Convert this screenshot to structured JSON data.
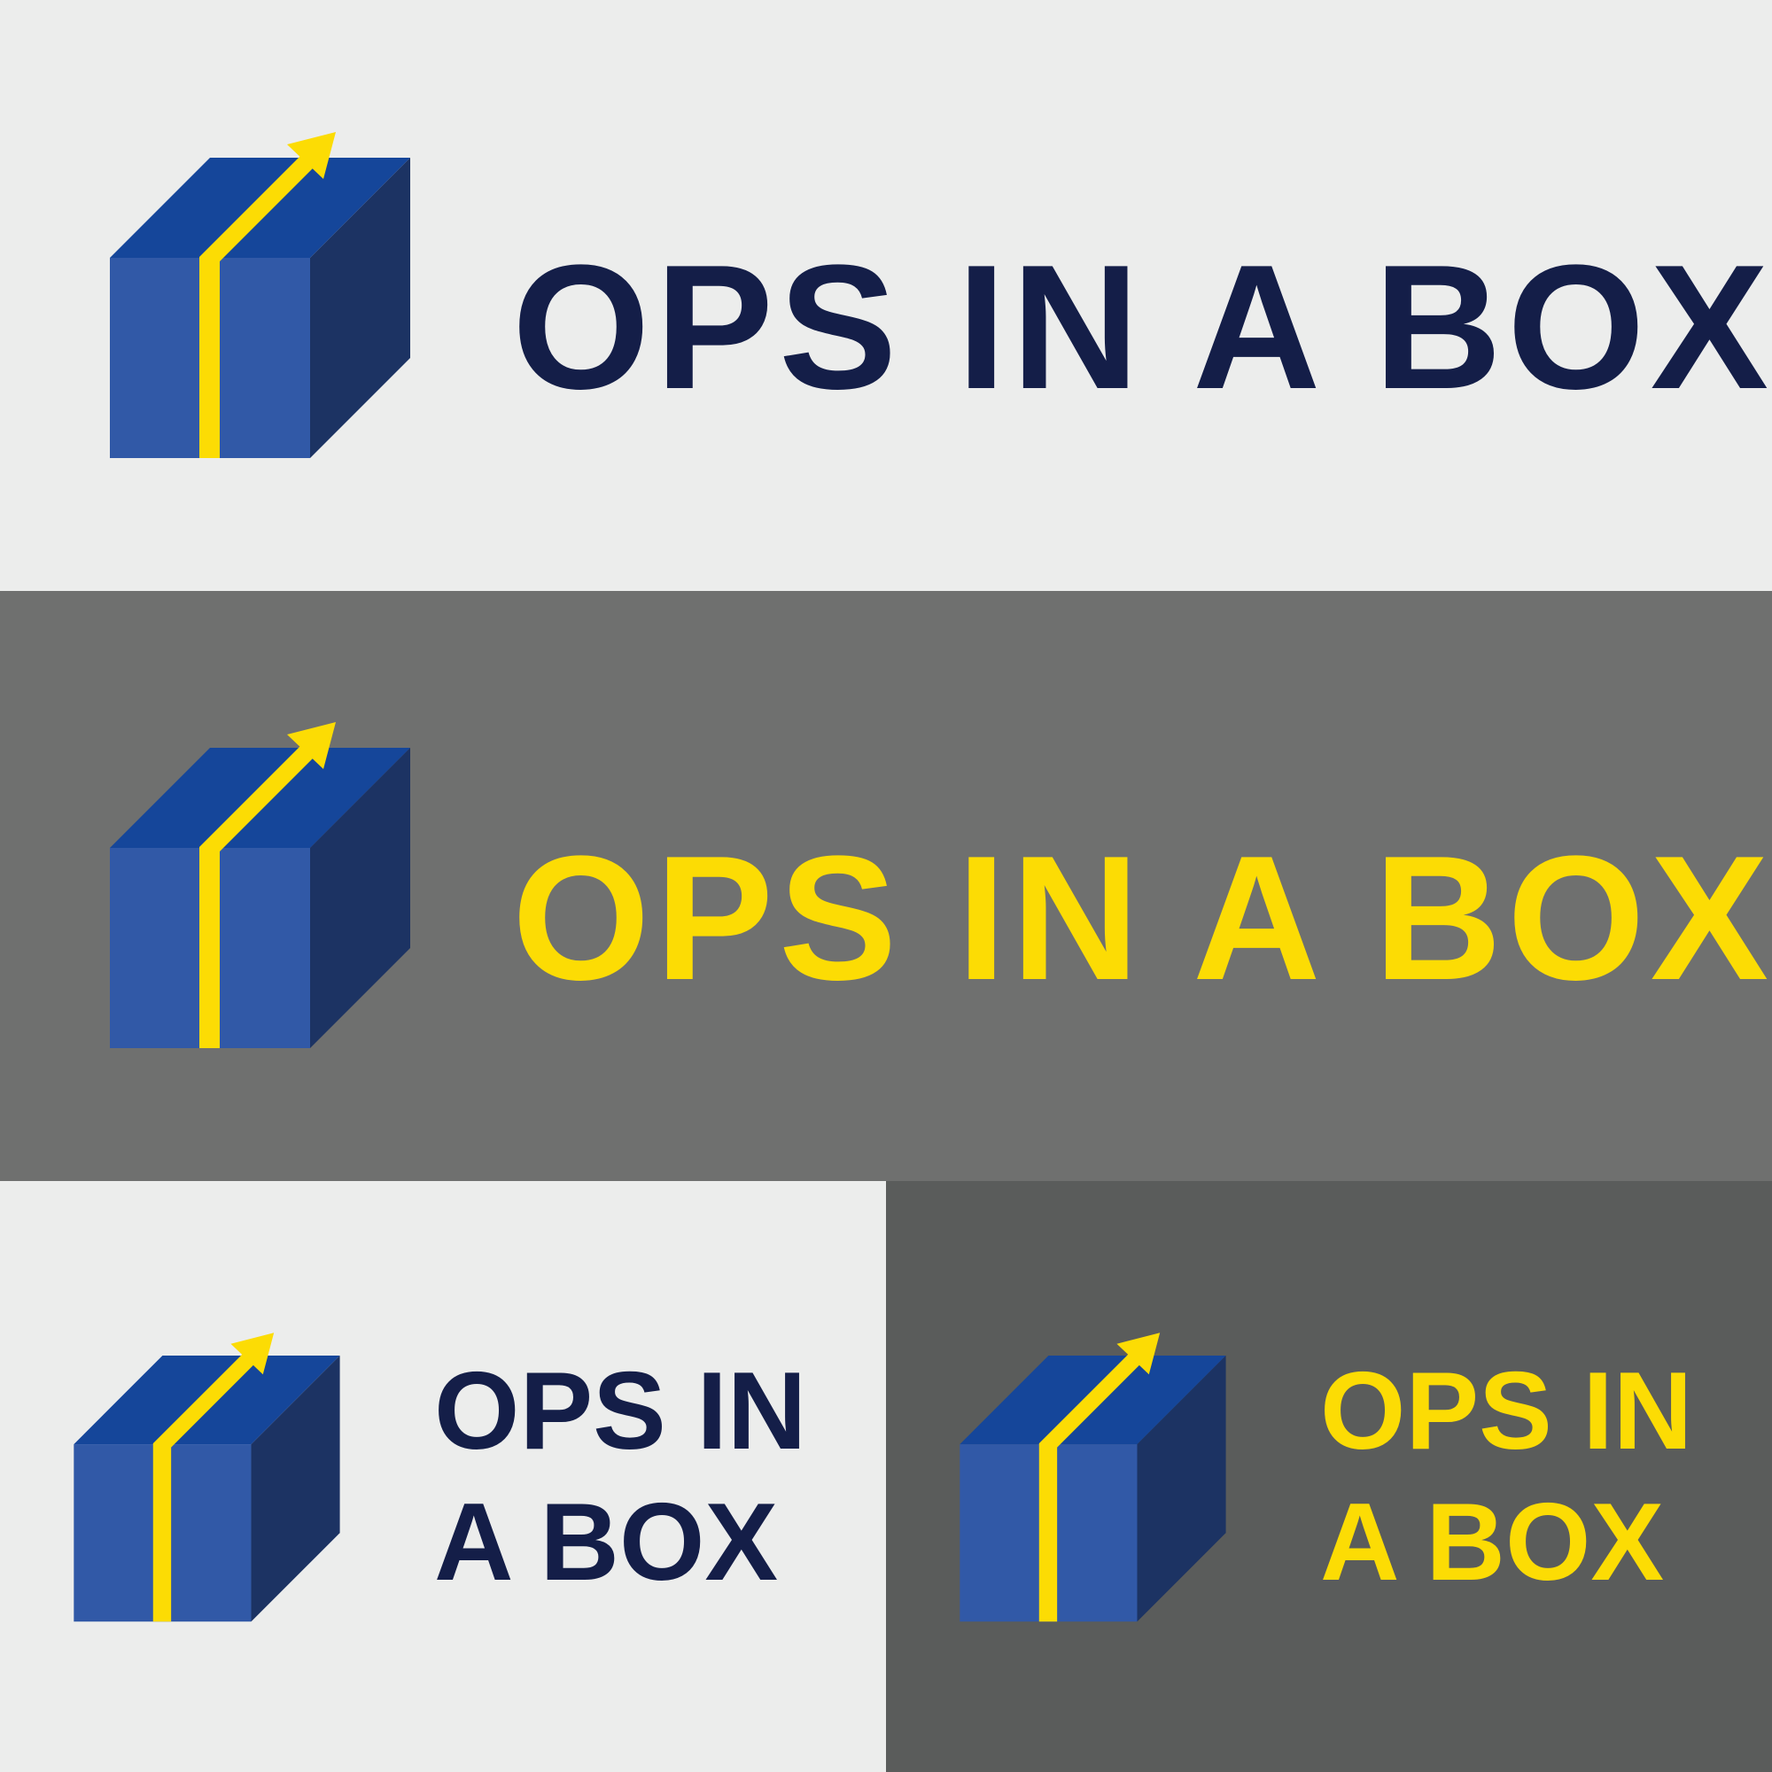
{
  "brand": {
    "name": "OPS IN A BOX",
    "stacked_line1": "OPS IN",
    "stacked_line2": "A BOX"
  },
  "colors": {
    "light_bg": "#ECEDEC",
    "mid_bg": "#6F706F",
    "dark_bg": "#5A5C5B",
    "navy_text": "#141E48",
    "yellow": "#FCDC04",
    "box_front": "#3159A7",
    "box_top": "#15469A",
    "box_side": "#1C3363"
  },
  "panels": [
    {
      "id": "top",
      "text_color": "navy",
      "layout": "horizontal"
    },
    {
      "id": "middle",
      "text_color": "yellow",
      "layout": "horizontal"
    },
    {
      "id": "bottom-left",
      "text_color": "navy",
      "layout": "stacked"
    },
    {
      "id": "bottom-right",
      "text_color": "yellow",
      "layout": "stacked"
    }
  ],
  "icons": [
    "box-arrow-logo-icon"
  ]
}
